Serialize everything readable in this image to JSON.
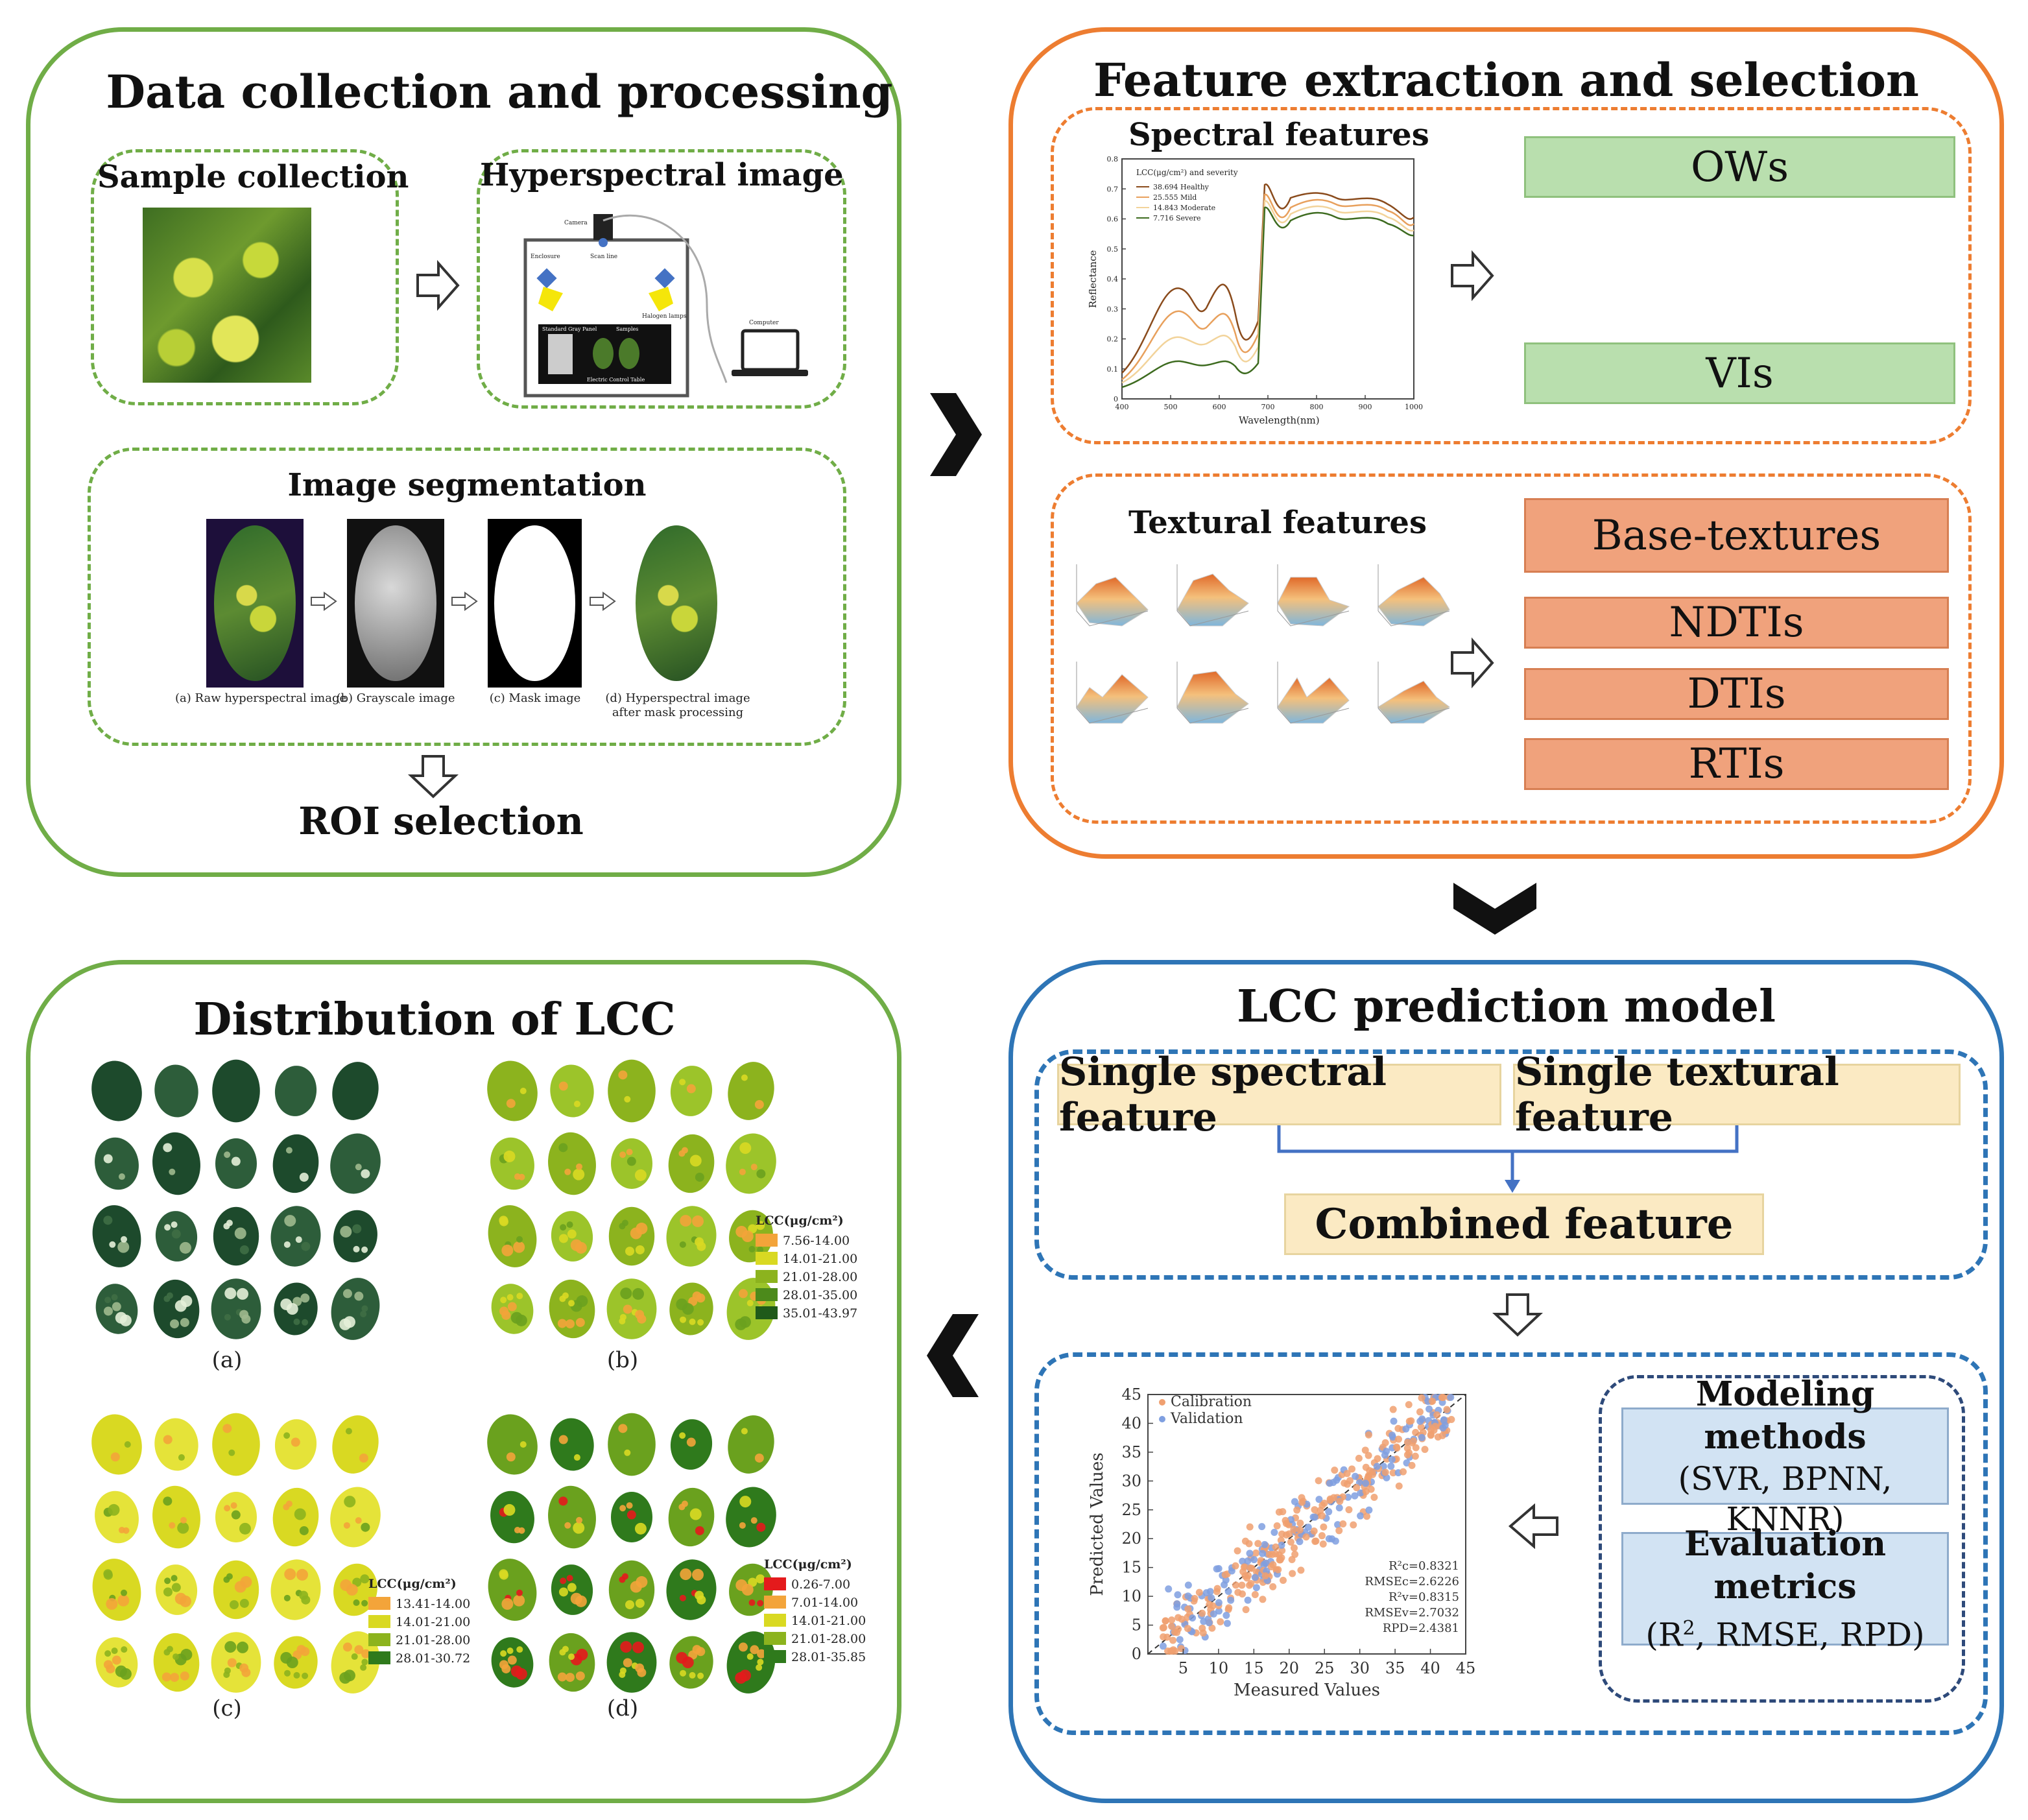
{
  "colors": {
    "green_panel": "#70ad47",
    "orange_panel": "#ed7d31",
    "blue_panel": "#2e75b6",
    "green_box": "#b9dfae",
    "orange_box": "#f0a27c",
    "yellow_box": "#fbeac3",
    "blue_box": "#d2e3f3"
  },
  "panels": {
    "data_collection": {
      "title": "Data collection and processing",
      "sample_title": "Sample collection",
      "hyper_title": "Hyperspectral image",
      "hyper_labels": {
        "camera": "Camera",
        "enclosure": "Enclosure",
        "scan_line": "Scan line",
        "halogen": "Halogen lamps",
        "computer": "Computer",
        "gray_panel": "Standard Gray Panel",
        "samples": "Samples",
        "stage": "Electric Control Table"
      },
      "segmentation_title": "Image segmentation",
      "segmentation_captions": [
        "(a) Raw hyperspectral image",
        "(b) Grayscale image",
        "(c) Mask image",
        "(d) Hyperspectral image",
        "after mask processing"
      ],
      "roi": "ROI selection"
    },
    "feature": {
      "title": "Feature extraction and selection",
      "spectral_title": "Spectral features",
      "spectral_chart_legend_title": "LCC(μg/cm²) and severity",
      "spectral_legend": [
        "38.694 Healthy",
        "25.555 Mild",
        "14.843 Moderate",
        "7.716 Severe"
      ],
      "spectral_xlabel": "Wavelength(nm)",
      "spectral_ylabel": "Reflectance",
      "spectral_xticks": [
        "400",
        "500",
        "600",
        "700",
        "800",
        "900",
        "1000"
      ],
      "spectral_yticks": [
        "0",
        "0.1",
        "0.2",
        "0.3",
        "0.4",
        "0.5",
        "0.6",
        "0.7",
        "0.8"
      ],
      "spectral_boxes": [
        "OWs",
        "VIs"
      ],
      "textural_title": "Textural features",
      "textural_boxes": [
        "Base-textures",
        "NDTIs",
        "DTIs",
        "RTIs"
      ]
    },
    "model": {
      "title": "LCC prediction model",
      "single_spectral": "Single spectral feature",
      "single_textural": "Single textural feature",
      "combined": "Combined feature",
      "methods_title": "Modeling methods",
      "methods_list": "(SVR, BPNN, KNNR)",
      "metrics_title": "Evaluation metrics",
      "metrics_list_prefix": "(R",
      "metrics_list_sup": "2",
      "metrics_list_suffix": ", RMSE, RPD)"
    },
    "distribution": {
      "title": "Distribution of LCC",
      "legend_title_plain": "LCC(μg/cm²)",
      "sub_labels": [
        "(a)",
        "(b)",
        "(c)",
        "(d)"
      ],
      "legend_b": [
        {
          "label": "7.56-14.00",
          "color": "#f3a43a"
        },
        {
          "label": "14.01-21.00",
          "color": "#d9d922"
        },
        {
          "label": "21.01-28.00",
          "color": "#8cb31e"
        },
        {
          "label": "28.01-35.00",
          "color": "#4c8a1b"
        },
        {
          "label": "35.01-43.97",
          "color": "#1f5a1a"
        }
      ],
      "legend_c": [
        {
          "label": "13.41-14.00",
          "color": "#f3a43a"
        },
        {
          "label": "14.01-21.00",
          "color": "#d9d922"
        },
        {
          "label": "21.01-28.00",
          "color": "#8cb31e"
        },
        {
          "label": "28.01-30.72",
          "color": "#2f7a1c"
        }
      ],
      "legend_d": [
        {
          "label": "0.26-7.00",
          "color": "#e41a1c"
        },
        {
          "label": "7.01-14.00",
          "color": "#f3a43a"
        },
        {
          "label": "14.01-21.00",
          "color": "#d9d922"
        },
        {
          "label": "21.01-28.00",
          "color": "#8cb31e"
        },
        {
          "label": "28.01-35.85",
          "color": "#2f7a1c"
        }
      ]
    }
  },
  "chart_data": {
    "type": "scatter",
    "xlabel": "Measured Values",
    "ylabel": "Predicted Values",
    "xlim": [
      0,
      45
    ],
    "ylim": [
      0,
      45
    ],
    "xticks": [
      5,
      10,
      15,
      20,
      25,
      30,
      35,
      40,
      45
    ],
    "yticks": [
      0,
      5,
      10,
      15,
      20,
      25,
      30,
      35,
      40,
      45
    ],
    "series": [
      {
        "name": "Calibration",
        "color": "#f0a070"
      },
      {
        "name": "Validation",
        "color": "#7f9fe0"
      }
    ],
    "stats": [
      "R²c=0.8321",
      "RMSEc=2.6226",
      "R²v=0.8315",
      "RMSEv=2.7032",
      "RPD=2.4381"
    ]
  }
}
